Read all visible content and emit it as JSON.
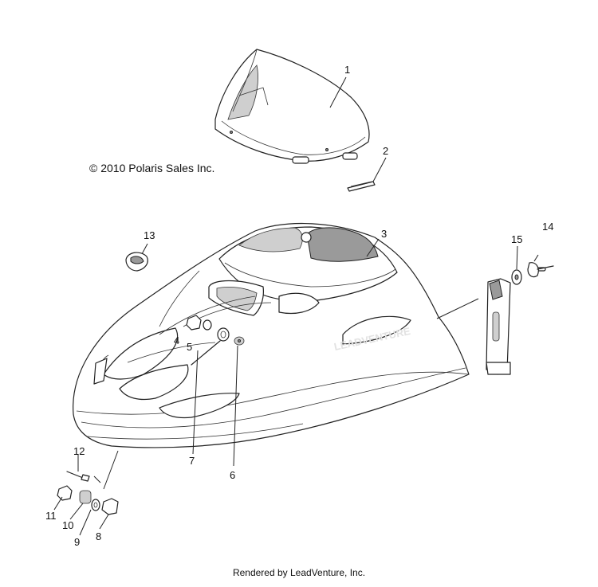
{
  "copyright": "© 2010 Polaris Sales Inc.",
  "footer": "Rendered by LeadVenture, Inc.",
  "watermark": "LEADVENTURE",
  "callouts": [
    {
      "id": "1",
      "label": "1"
    },
    {
      "id": "2",
      "label": "2"
    },
    {
      "id": "3",
      "label": "3"
    },
    {
      "id": "4",
      "label": "4"
    },
    {
      "id": "5",
      "label": "5"
    },
    {
      "id": "6",
      "label": "6"
    },
    {
      "id": "7",
      "label": "7"
    },
    {
      "id": "8",
      "label": "8"
    },
    {
      "id": "9",
      "label": "9"
    },
    {
      "id": "10",
      "label": "10"
    },
    {
      "id": "11",
      "label": "11"
    },
    {
      "id": "12",
      "label": "12"
    },
    {
      "id": "13",
      "label": "13"
    },
    {
      "id": "14",
      "label": "14"
    },
    {
      "id": "15",
      "label": "15"
    }
  ]
}
